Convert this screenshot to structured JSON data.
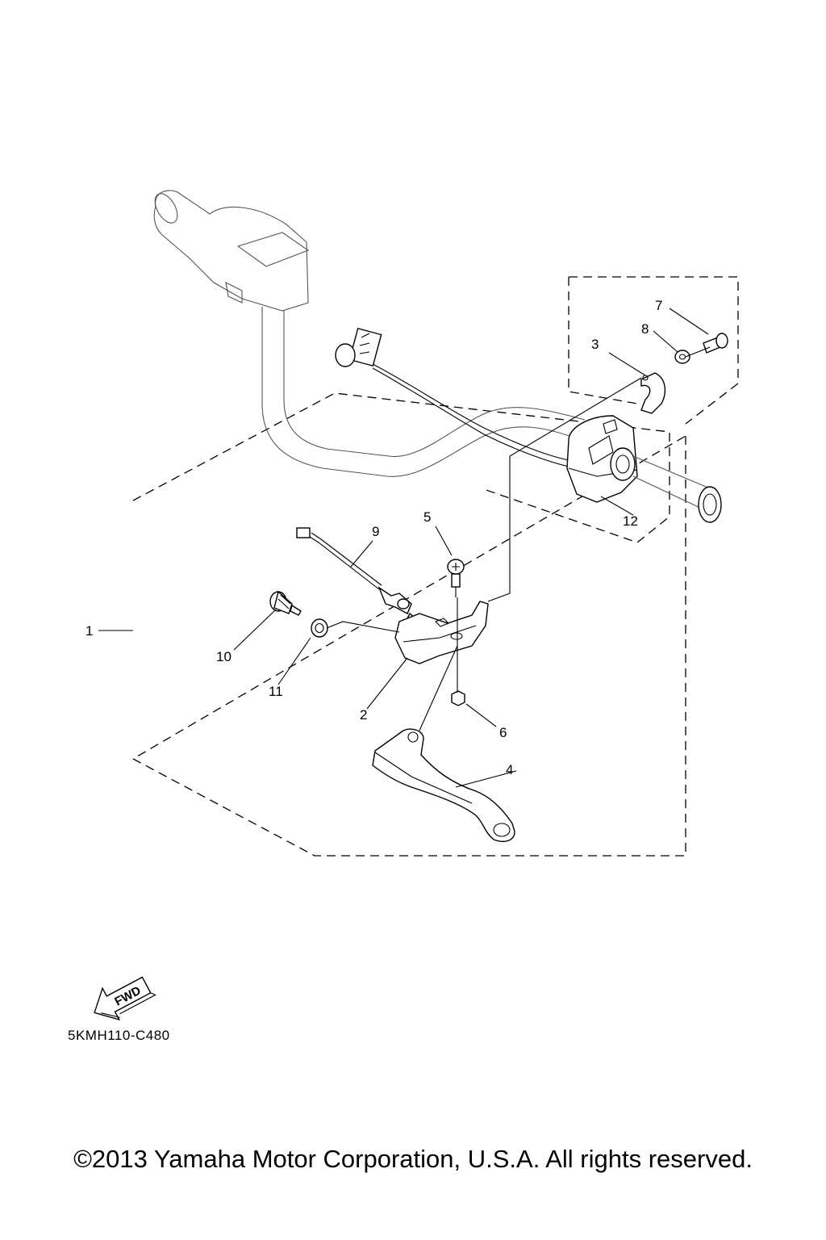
{
  "callouts": {
    "c1": "1",
    "c2": "2",
    "c3": "3",
    "c4": "4",
    "c5": "5",
    "c6": "6",
    "c7": "7",
    "c8": "8",
    "c9": "9",
    "c10": "10",
    "c11": "11",
    "c12": "12"
  },
  "fwd_label": "FWD",
  "diagram_code": "5KMH110-C480",
  "copyright": "©2013 Yamaha Motor Corporation, U.S.A. All rights reserved."
}
